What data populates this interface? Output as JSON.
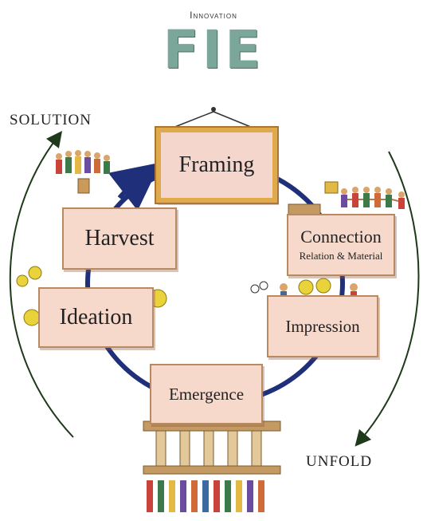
{
  "header": {
    "small_title": "Innovation",
    "big_title": "FIE"
  },
  "labels": {
    "solution": "SOLUTION",
    "unfold": "UNFOLD"
  },
  "stages": {
    "framing": "Framing",
    "connection": "Connection",
    "connection_sub": "Relation & Material",
    "impression": "Impression",
    "emergence": "Emergence",
    "ideation": "Ideation",
    "harvest": "Harvest"
  },
  "colors": {
    "cycle": "#1f2f7a",
    "box_fill": "#f7d9cc",
    "frame_gold": "#e0a94a",
    "title_green": "#7aa79a",
    "arc_green": "#1f3a1a"
  }
}
